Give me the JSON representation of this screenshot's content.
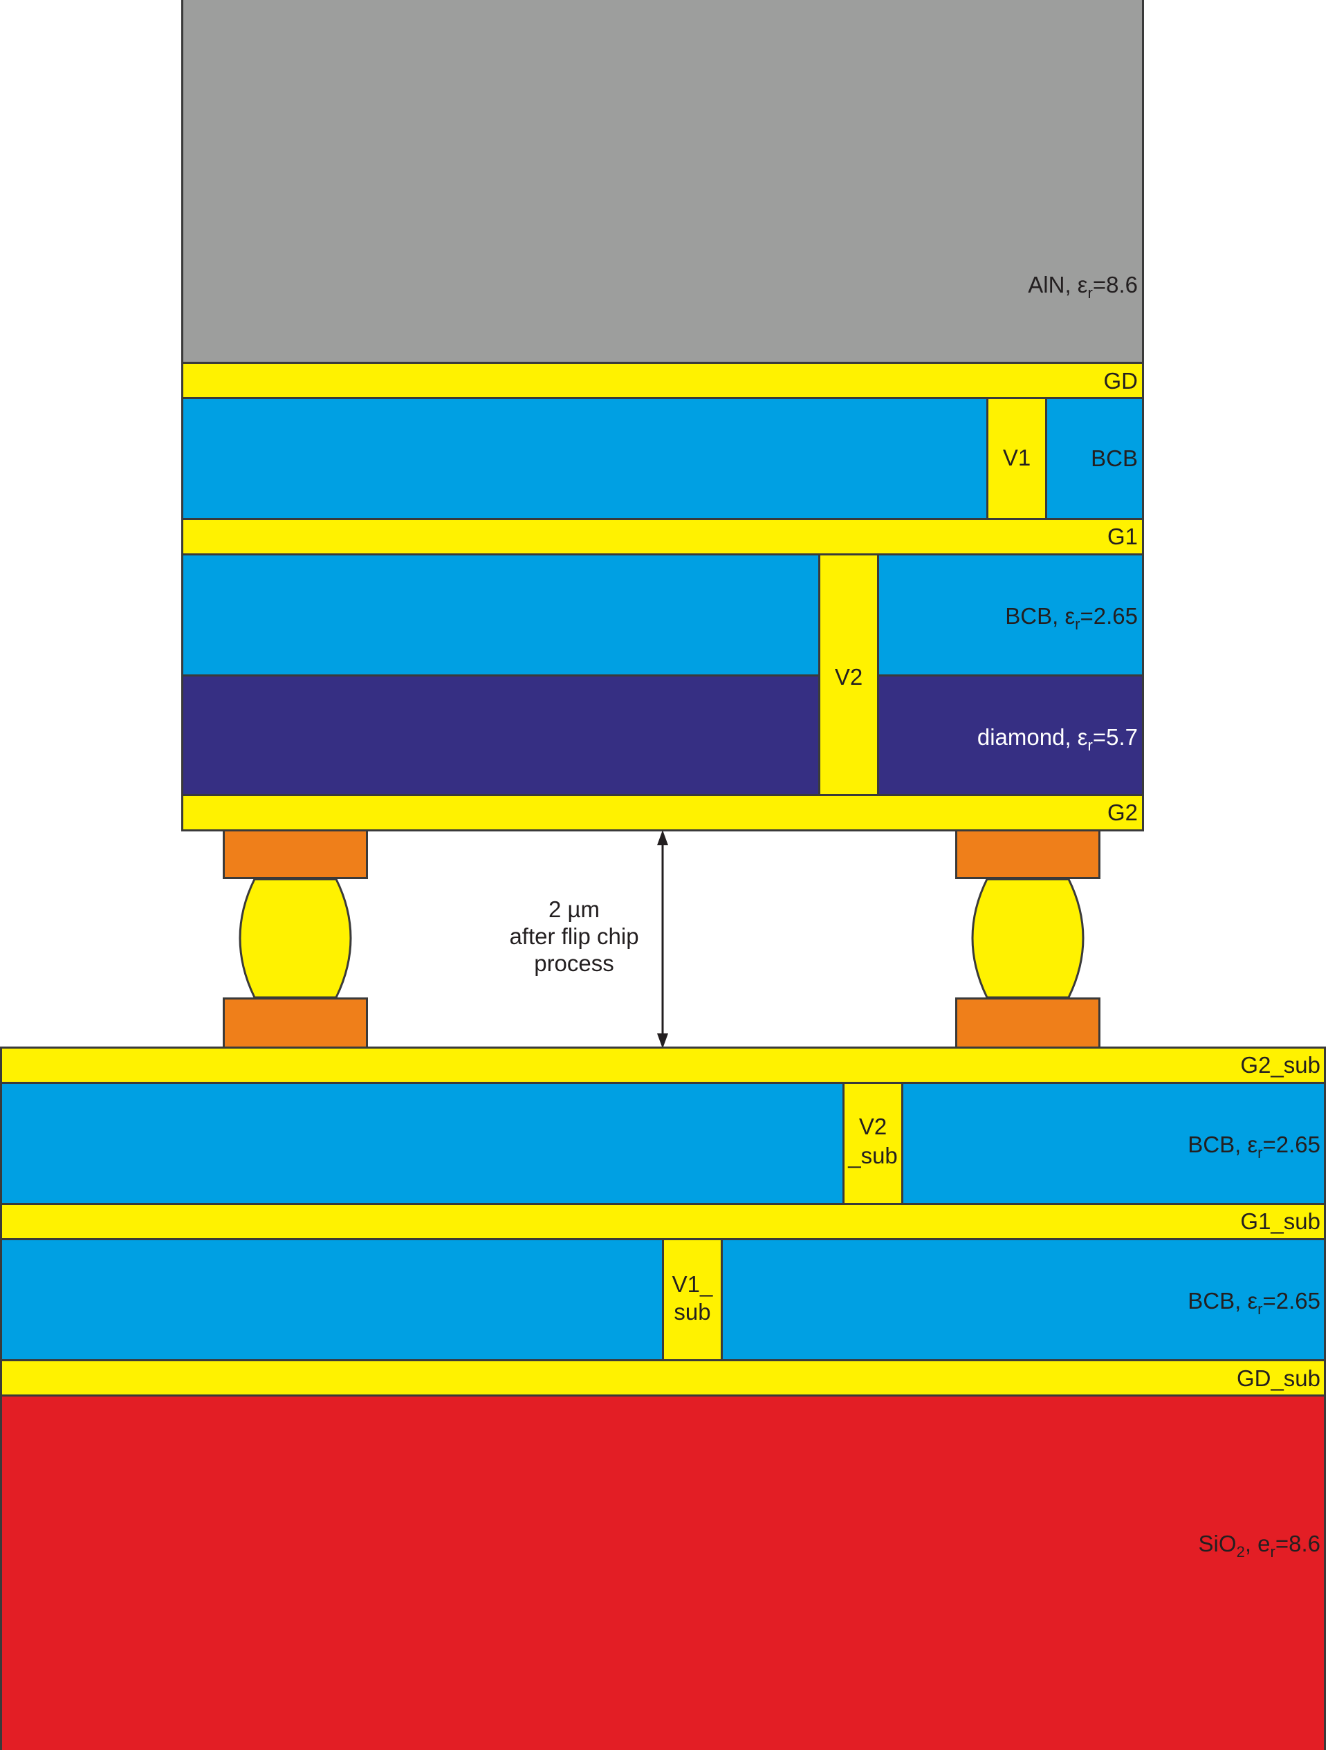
{
  "colors": {
    "metal": "#fff200",
    "bcb": "#00a0e3",
    "diamond": "#362f83",
    "aln": "#9d9e9d",
    "sio2": "#e31e25",
    "pad": "#ef7f1a",
    "outline": "#3a3a3a"
  },
  "chip": {
    "aln_label": {
      "main": "AlN, ε",
      "sub": "r",
      "tail": "=8.6"
    },
    "gd_label": "GD",
    "bcb1_label": "BCB",
    "v1_label": "V1",
    "g1_label": "G1",
    "bcb2_label": {
      "main": "BCB, ε",
      "sub": "r",
      "tail": "=2.65"
    },
    "v2_label": "V2",
    "diamond_label": {
      "main": "diamond, ε",
      "sub": "r",
      "tail": "=5.7"
    },
    "g2_label": "G2"
  },
  "gap": {
    "line1": "2 µm",
    "line2": "after flip chip",
    "line3": "process"
  },
  "substrate": {
    "g2sub_label": "G2_sub",
    "bcb_a_label": {
      "main": "BCB, ε",
      "sub": "r",
      "tail": "=2.65"
    },
    "v2sub_line1": "V2",
    "v2sub_line2": "_sub",
    "g1sub_label": "G1_sub",
    "bcb_b_label": {
      "main": "BCB, ε",
      "sub": "r",
      "tail": "=2.65"
    },
    "v1sub_line1": "V1_",
    "v1sub_line2": "sub",
    "gdsub_label": "GD_sub",
    "sio2_label": {
      "main": "SiO",
      "sub": "2",
      "tail": ", e",
      "sub2": "r",
      "tail2": "=8.6"
    }
  }
}
